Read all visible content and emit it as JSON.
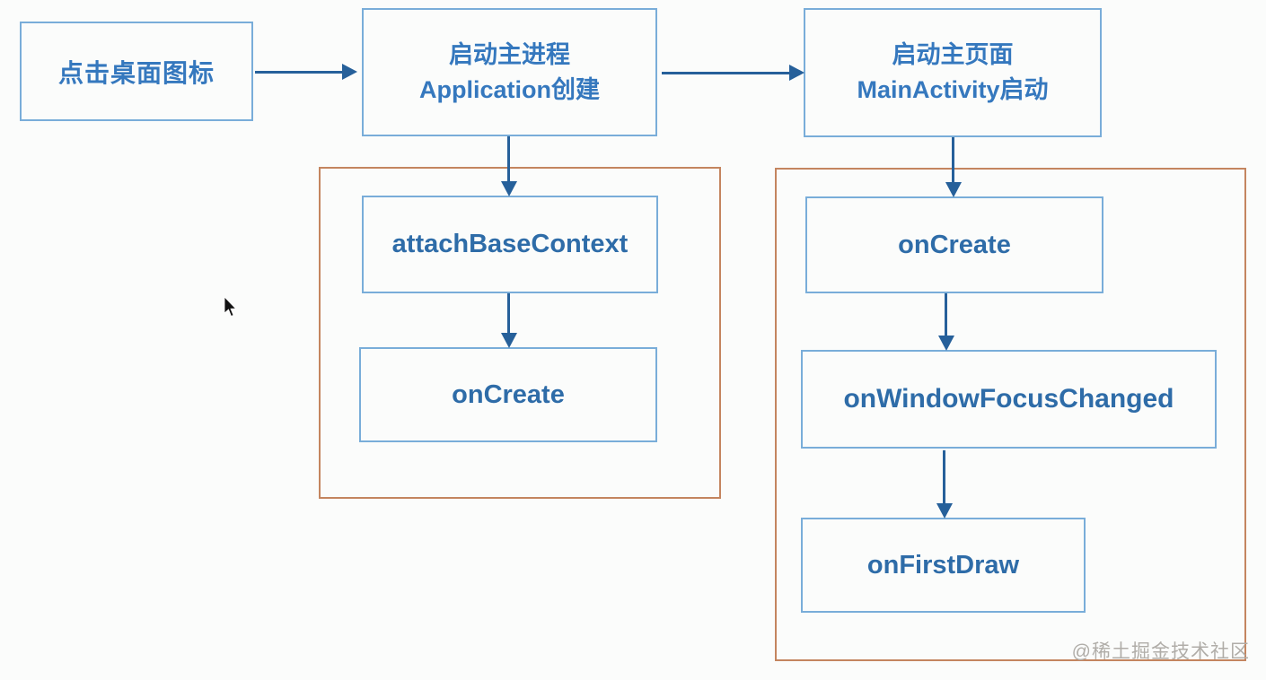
{
  "nodes": {
    "step1": {
      "label": "点击桌面图标"
    },
    "step2": {
      "line1": "启动主进程",
      "line2": "Application创建"
    },
    "step3": {
      "line1": "启动主页面",
      "line2": "MainActivity启动"
    },
    "app_lifecycle": [
      "attachBaseContext",
      "onCreate"
    ],
    "activity_lifecycle": [
      "onCreate",
      "onWindowFocusChanged",
      "onFirstDraw"
    ]
  },
  "watermark": "@稀土掘金技术社区",
  "colors": {
    "node_border": "#79add9",
    "node_text": "#2e6ca8",
    "header_text": "#3578be",
    "arrow": "#26609a",
    "group_border": "#c4855f",
    "background": "#fbfcfb",
    "watermark_text": "#b0ada8"
  }
}
